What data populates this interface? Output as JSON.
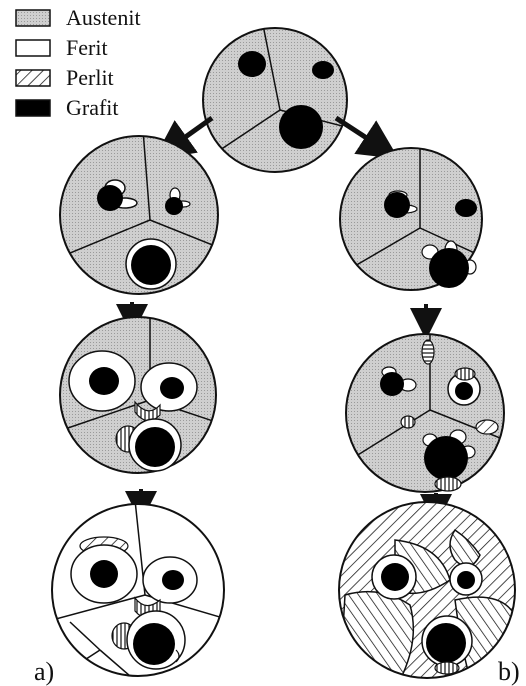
{
  "legend": {
    "items": [
      {
        "label": "Austenit",
        "swatch": "austenite"
      },
      {
        "label": "Ferit",
        "swatch": "ferrite"
      },
      {
        "label": "Perlit",
        "swatch": "pearlite"
      },
      {
        "label": "Grafit",
        "swatch": "graphite"
      }
    ]
  },
  "panel_labels": {
    "a": "a)",
    "b": "b)"
  },
  "colors": {
    "austenite": "#d4d4d4",
    "ferrite": "#ffffff",
    "graphite": "#000000",
    "outline": "#111111"
  }
}
